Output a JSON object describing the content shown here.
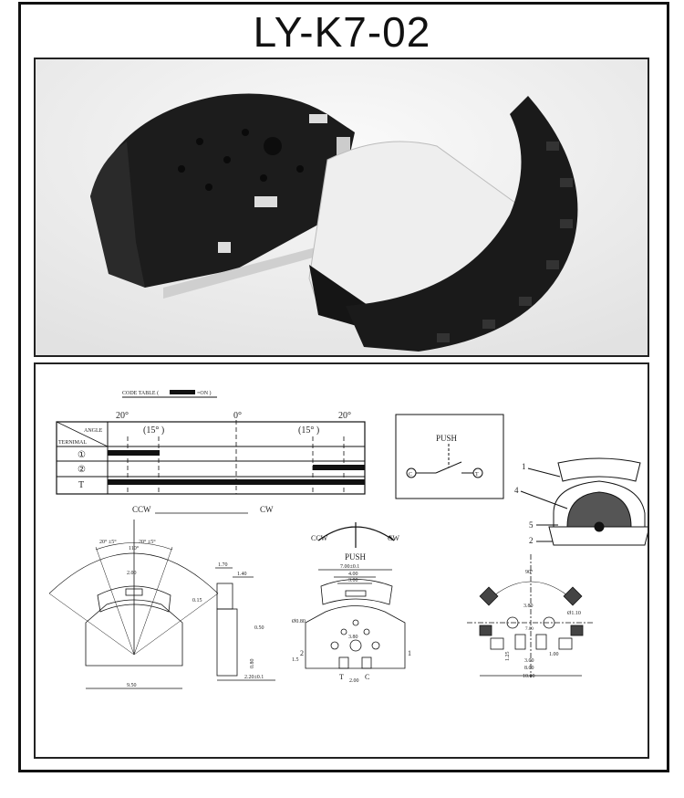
{
  "title": "LY-K7-02",
  "code_table": {
    "caption_prefix": "CODE TABLE (",
    "caption_suffix": "=ON )",
    "angle_header": "ANGLE",
    "terminal_header": "TERNIMAL",
    "angle_left": "20°",
    "angle_center": "0°",
    "angle_right": "20°",
    "sub_left": "(15° )",
    "sub_right": "(15° )",
    "rows": [
      "①",
      "②",
      "T"
    ]
  },
  "schematic": {
    "push_label": "PUSH",
    "left_terminal": "C",
    "right_terminal": "T"
  },
  "exploded": {
    "labels": [
      "1",
      "4",
      "5",
      "2"
    ]
  },
  "front_view": {
    "ccw": "CCW",
    "cw": "CW",
    "dims": [
      "20° ±5°",
      "20° ±5°",
      "110°",
      "2.00",
      "9.50"
    ]
  },
  "side_view": {
    "dims": [
      "1.70",
      "1.40",
      "0.15",
      "0.50",
      "0.80",
      "2.20±0.1"
    ]
  },
  "bottom_view": {
    "ccw": "CCW",
    "cw": "CW",
    "push": "PUSH",
    "dims": [
      "7.00±0.1",
      "4.00",
      "3.00",
      "Ø0.80",
      "3.80",
      "1.5",
      "2.00"
    ],
    "pins": [
      "2",
      "1",
      "T",
      "C"
    ]
  },
  "footprint": {
    "dims": [
      "90°",
      "3.80",
      "Ø1.10",
      "7.00",
      "1.25",
      "1.00",
      "3.00",
      "8.00",
      "10.00"
    ]
  }
}
